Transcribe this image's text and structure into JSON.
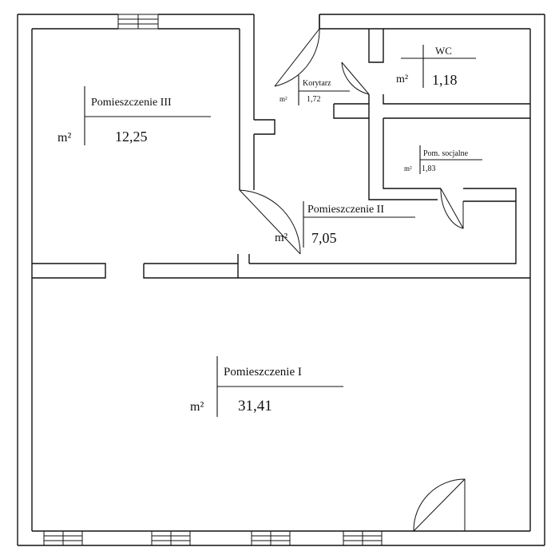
{
  "area_unit": "m²",
  "rooms": [
    {
      "id": "pom3",
      "name": "Pomieszczenie III",
      "area": "12,25"
    },
    {
      "id": "korytarz",
      "name": "Korytarz",
      "area": "1,72"
    },
    {
      "id": "wc",
      "name": "WC",
      "area": "1,18"
    },
    {
      "id": "socjalne",
      "name": "Pom. socjalne",
      "area": "1,83"
    },
    {
      "id": "pom2",
      "name": "Pomieszczenie II",
      "area": "7,05"
    },
    {
      "id": "pom1",
      "name": "Pomieszczenie I",
      "area": "31,41"
    }
  ]
}
